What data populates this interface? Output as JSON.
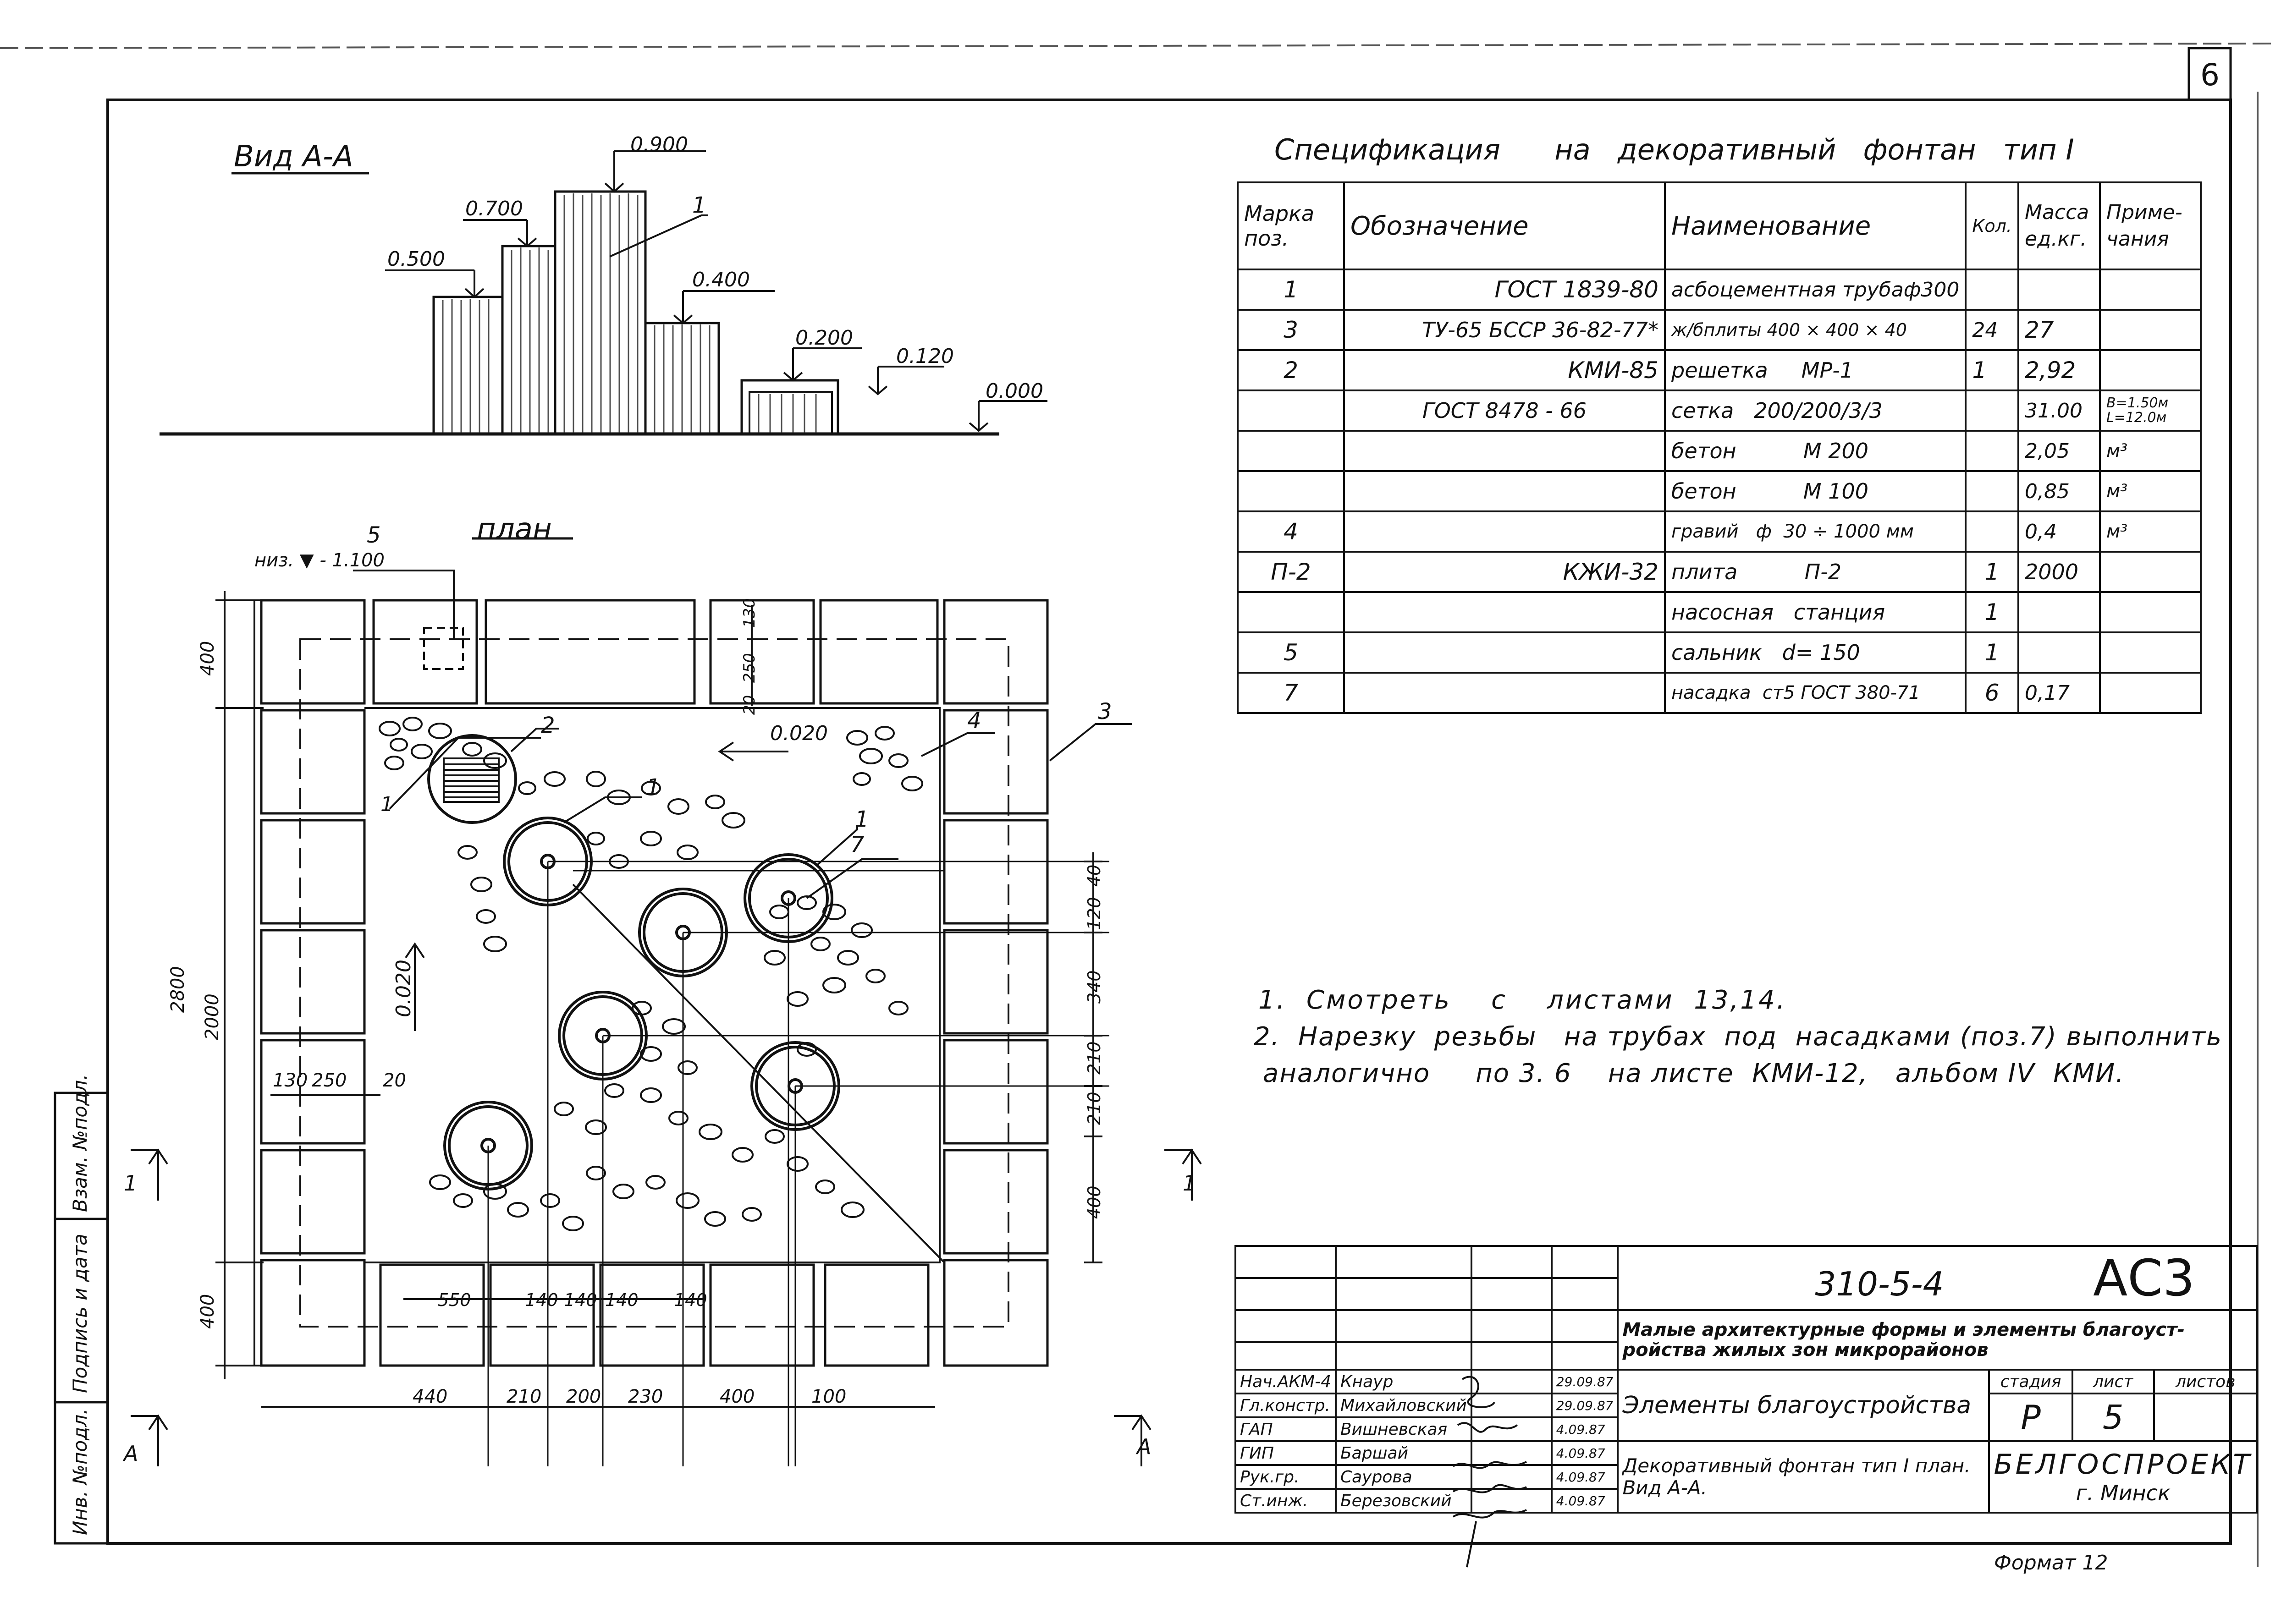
{
  "sheet": {
    "page_number": "6",
    "format_label": "Формат 12"
  },
  "view_aa": {
    "title": "Вид А-А",
    "levels": [
      "0.900",
      "0.700",
      "0.500",
      "0.400",
      "0.200",
      "0.120",
      "0.000"
    ],
    "callout": "1"
  },
  "plan": {
    "title": "план",
    "bottom_mark": "низ. ▼ - 1.100",
    "callouts": [
      "5",
      "2",
      "1",
      "1",
      "1",
      "7",
      "4",
      "3"
    ],
    "slopes": [
      "0.020",
      "0.020"
    ],
    "dims_left": [
      "400",
      "2800",
      "2000",
      "400"
    ],
    "dims_bottom_outer": [
      "440",
      "210",
      "200",
      "230",
      "400",
      "100"
    ],
    "dims_bottom_inner": [
      "550",
      "140",
      "140",
      "140",
      "140"
    ],
    "dims_right": [
      "40",
      "120",
      "340",
      "210",
      "210",
      "400"
    ],
    "dims_top_inner": [
      "130",
      "250",
      "20"
    ],
    "dims_left_inner": [
      "130",
      "250",
      "20"
    ],
    "section_marks": [
      "1",
      "1",
      "А",
      "А"
    ]
  },
  "spec": {
    "title": "Спецификация      на   декоративный   фонтан   тип I",
    "headers": [
      "Марка поз.",
      "Обозначение",
      "Наименование",
      "Кол.",
      "Масса ед.кг.",
      "Приме-чания"
    ],
    "rows": [
      [
        "1",
        "ГОСТ  1839-80",
        "асбоцементная трубаф300",
        "",
        "",
        ""
      ],
      [
        "3",
        "ТУ-65  БССР 36-82-77*",
        "ж/бплиты  400 × 400 × 40",
        "24",
        "27",
        ""
      ],
      [
        "2",
        "КМИ-85",
        "решетка     МР-1",
        "1",
        "2,92",
        ""
      ],
      [
        "",
        "ГОСТ  8478 - 66",
        "сетка   200/200/3/3",
        "",
        "31.00",
        "B=1.50м L=12.0м"
      ],
      [
        "",
        "",
        "бетон          М 200",
        "",
        "2,05",
        "м³"
      ],
      [
        "",
        "",
        "бетон          М 100",
        "",
        "0,85",
        "м³"
      ],
      [
        "4",
        "",
        "гравий   ф  30 ÷ 1000 мм",
        "",
        "0,4",
        "м³"
      ],
      [
        "П-2",
        "КЖИ-32",
        "плита          П-2",
        "1",
        "2000",
        ""
      ],
      [
        "",
        "",
        "насосная   станция",
        "1",
        "",
        ""
      ],
      [
        "5",
        "",
        "сальник   d= 150",
        "1",
        "",
        ""
      ],
      [
        "7",
        "",
        "насадка  ст5 ГОСТ 380-71",
        "6",
        "0,17",
        ""
      ]
    ]
  },
  "notes": [
    "1.  Смотреть    с    листами  13,14.",
    "2.  Нарезку  резьбы   на трубах  под  насадками (поз.7) выполнить",
    "аналогично     по 3. 6    на листе  КМИ-12,   альбом IV  КМИ."
  ],
  "stamp": {
    "doc_number": "310-5-4",
    "code": "АС3",
    "project": "Малые архитектурные формы и элементы благоуст-ройства жилых зон микрорайонов",
    "section": "Элементы благоустройства",
    "sheet_title": "Декоративный фонтан тип I  план.   Вид А-А.",
    "stage_label": "стадия",
    "sheet_label": "лист",
    "sheets_label": "листов",
    "stage": "Р",
    "sheet": "5",
    "org": "БЕЛГОСПРОЕКТ",
    "city": "г. Минск",
    "signers": [
      {
        "role": "Нач.АКМ-4",
        "name": "Кнаур",
        "date": "29.09.87"
      },
      {
        "role": "Гл.констр.",
        "name": "Михайловский",
        "date": "29.09.87"
      },
      {
        "role": "ГАП",
        "name": "Вишневская",
        "date": "4.09.87"
      },
      {
        "role": "ГИП",
        "name": "Баршай",
        "date": "4.09.87"
      },
      {
        "role": "Рук.гр.",
        "name": "Саурова",
        "date": "4.09.87"
      },
      {
        "role": "Ст.инж.",
        "name": "Березовский",
        "date": "4.09.87"
      }
    ]
  },
  "side_labels": [
    "Инв. №подл.",
    "Подпись и дата",
    "Взам. №подл."
  ]
}
